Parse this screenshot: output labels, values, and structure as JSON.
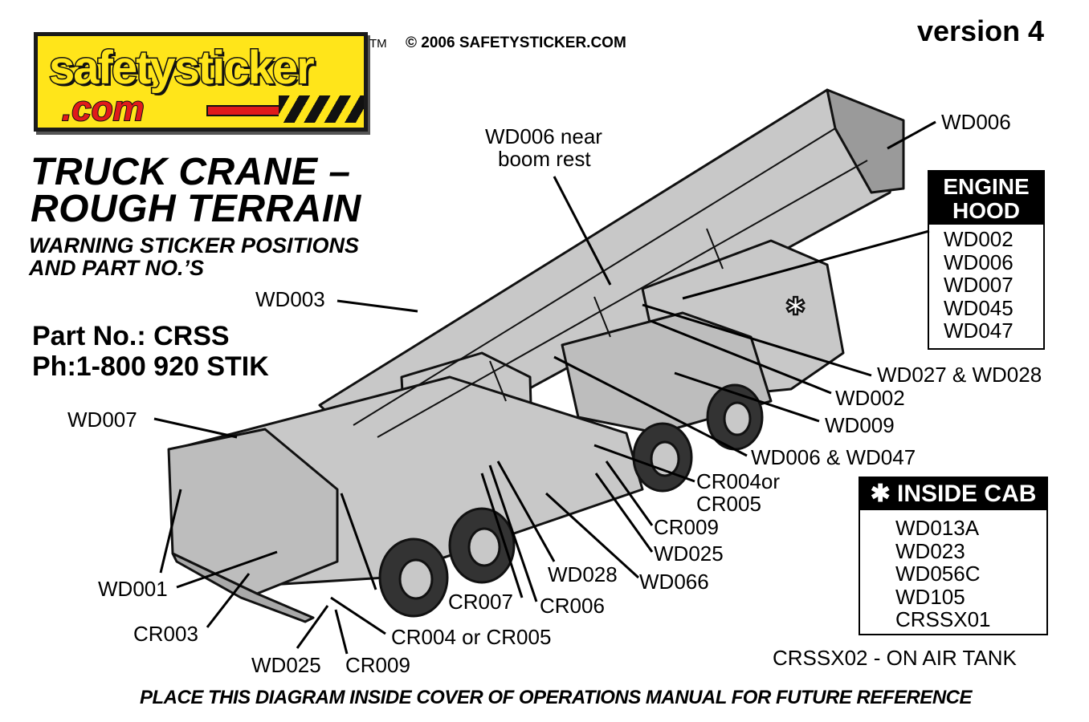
{
  "logo": {
    "main": "safetysticker",
    "dotcom": ".com"
  },
  "trademark": "TM",
  "copyright": "© 2006 SAFETYSTICKER.COM",
  "version": "version 4",
  "title": {
    "line1": "TRUCK CRANE –",
    "line2": "ROUGH TERRAIN"
  },
  "subtitle": {
    "line1": "WARNING STICKER POSITIONS",
    "line2": "AND PART NO.’S"
  },
  "part_no": "Part No.: CRSS",
  "phone": "Ph:1-800 920 STIK",
  "callouts": {
    "wd006_top": "WD006",
    "wd006_near_1": "WD006 near",
    "wd006_near_2": "boom rest",
    "wd003": "WD003",
    "wd007": "WD007",
    "wd027_wd028": "WD027 & WD028",
    "wd002": "WD002",
    "wd009": "WD009",
    "wd006_wd047": "WD006 & WD047",
    "cr004or_1": "CR004or",
    "cr004or_2": "CR005",
    "cr009_right": "CR009",
    "wd025_right": "WD025",
    "wd066": "WD066",
    "wd028": "WD028",
    "cr006": "CR006",
    "cr007": "CR007",
    "wd001": "WD001",
    "cr003": "CR003",
    "cr004_or_cr005": "CR004 or CR005",
    "wd025_bottom": "WD025",
    "cr009_bottom": "CR009",
    "air_tank": "CRSSX02 - ON AIR TANK"
  },
  "engine_hood": {
    "header_line1": "ENGINE",
    "header_line2": "HOOD",
    "items": [
      "WD002",
      "WD006",
      "WD007",
      "WD045",
      "WD047"
    ]
  },
  "inside_cab": {
    "header": "✱ INSIDE CAB",
    "items": [
      "WD013A",
      "WD023",
      "WD056C",
      "WD105",
      "CRSSX01"
    ]
  },
  "cab_marker": "✱",
  "footer": "PLACE THIS DIAGRAM INSIDE COVER OF OPERATIONS MANUAL FOR FUTURE REFERENCE",
  "colors": {
    "logo_yellow": "#ffe51a",
    "logo_red": "#e01b1b",
    "machine_gray": "#c8c8c8"
  }
}
